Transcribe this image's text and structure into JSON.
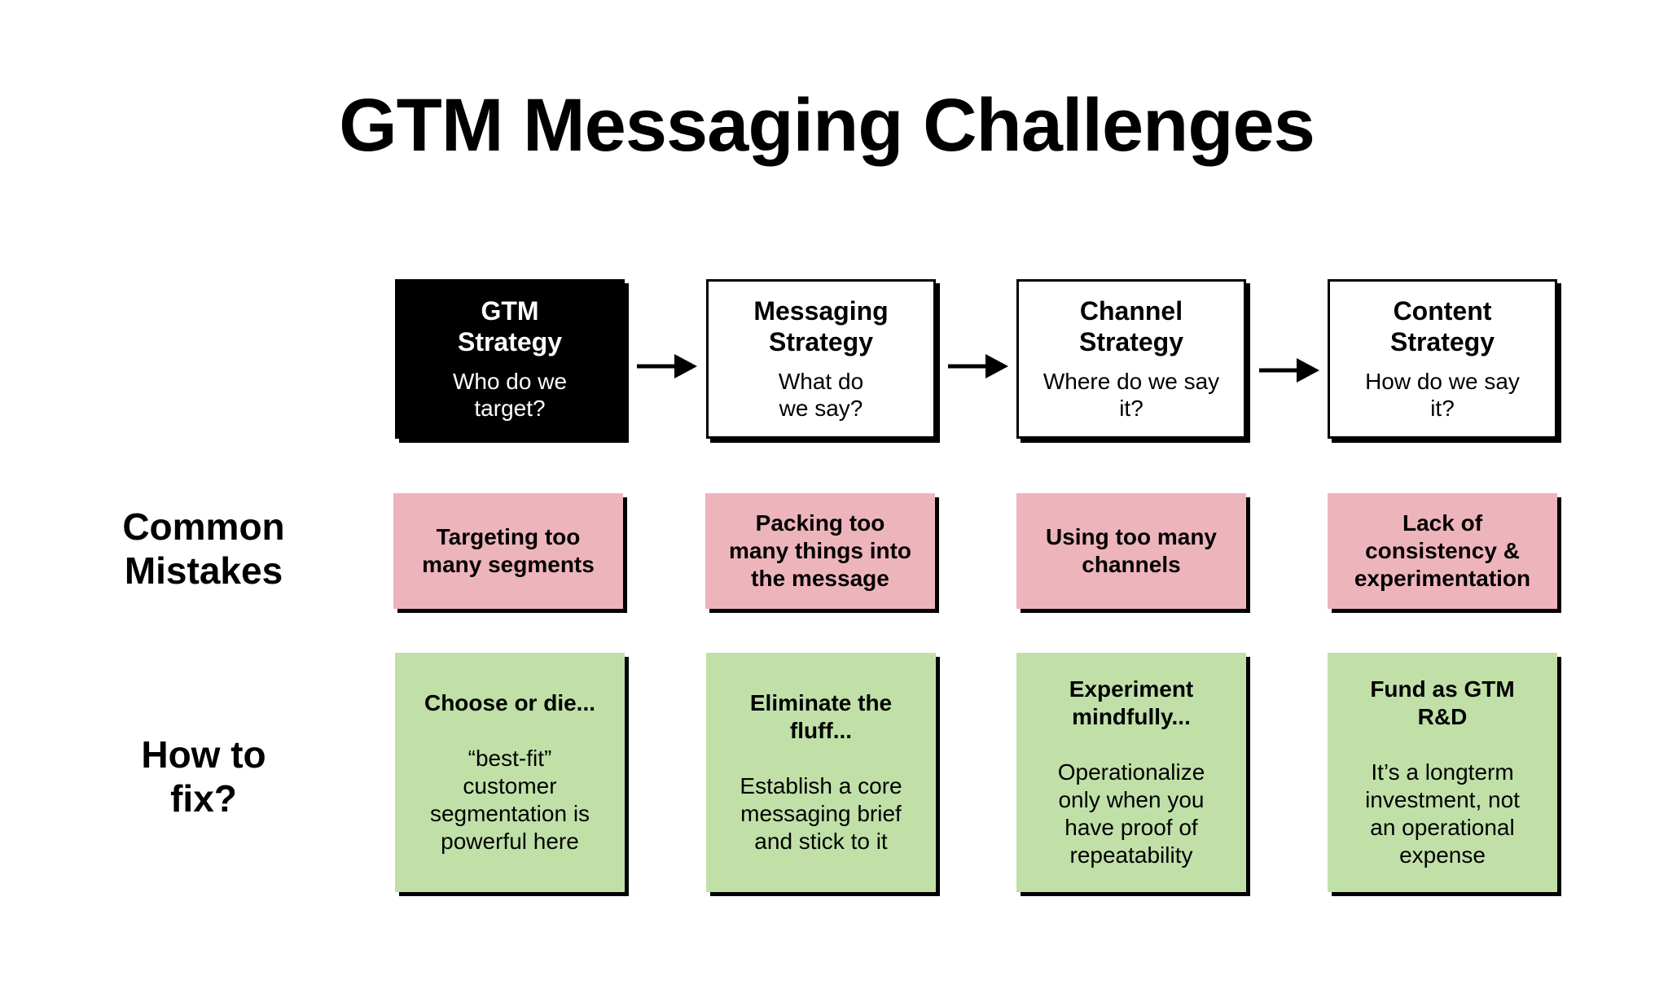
{
  "title": "GTM Messaging Challenges",
  "row_labels": {
    "mistakes": "Common\nMistakes",
    "fix": "How to\nfix?"
  },
  "stages": [
    {
      "title": "GTM\nStrategy",
      "subtitle": "Who do we\ntarget?"
    },
    {
      "title": "Messaging\nStrategy",
      "subtitle": "What do\nwe say?"
    },
    {
      "title": "Channel\nStrategy",
      "subtitle": "Where do we say\nit?"
    },
    {
      "title": "Content\nStrategy",
      "subtitle": "How do we say\nit?"
    }
  ],
  "mistakes": [
    "Targeting too\nmany segments",
    "Packing too\nmany things into\nthe message",
    "Using too many\nchannels",
    "Lack of\nconsistency &\nexperimentation"
  ],
  "fixes": [
    {
      "title": "Choose or die...",
      "body": "“best-fit”\ncustomer\nsegmentation is\npowerful here"
    },
    {
      "title": "Eliminate the\nfluff...",
      "body": "Establish a core\nmessaging brief\nand stick to it"
    },
    {
      "title": "Experiment\nmindfully...",
      "body": "Operationalize\nonly when you\nhave proof of\nrepeatability"
    },
    {
      "title": "Fund as GTM\nR&D",
      "body": "It’s a longterm\ninvestment, not\nan operational\nexpense"
    }
  ],
  "colors": {
    "stage_dark": "#000000",
    "mistake_bg": "#eeb4bc",
    "fix_bg": "#c0e0a8"
  }
}
